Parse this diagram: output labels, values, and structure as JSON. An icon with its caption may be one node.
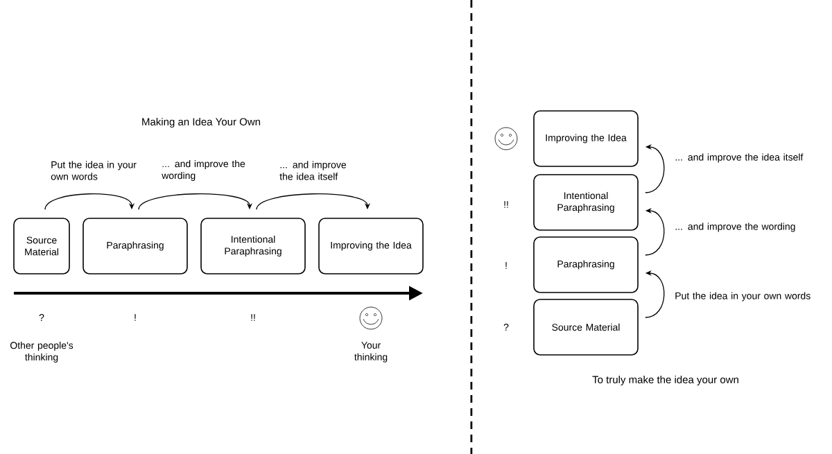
{
  "diagram": {
    "title": "Making an Idea Your Own",
    "caption": "To truly make the idea your own",
    "nodes": [
      {
        "text": [
          "Source Material"
        ]
      },
      {
        "text": [
          "Paraphrasing"
        ]
      },
      {
        "text": [
          "Intentional Paraphrasing"
        ]
      },
      {
        "text": [
          "Improving the Idea"
        ]
      },
      {
        "text": [
          "Improving the Idea"
        ]
      },
      {
        "text": [
          "Intentional Paraphrasing"
        ]
      },
      {
        "text": [
          "Paraphrasing"
        ]
      },
      {
        "text": [
          "Source Material"
        ]
      }
    ],
    "edges": [
      {
        "from": 0,
        "to": 1,
        "arrow": "to",
        "label": "Put the idea in your own words"
      },
      {
        "from": 1,
        "to": 2,
        "arrow": "to",
        "label": "... and improve the wording"
      },
      {
        "from": 2,
        "to": 3,
        "arrow": "to",
        "label": "... and improve the idea itself"
      },
      {
        "from": 7,
        "to": 6,
        "arrow": "to",
        "label": "Put the idea in your own words"
      },
      {
        "from": 6,
        "to": 5,
        "arrow": "to",
        "label": "... and improve the wording"
      },
      {
        "from": 5,
        "to": 4,
        "arrow": "to",
        "label": "... and improve the idea itself"
      }
    ],
    "labels": [
      "?",
      "!",
      "!!",
      "Other people's thinking",
      "Your thinking",
      "!!",
      "!",
      "?"
    ]
  }
}
